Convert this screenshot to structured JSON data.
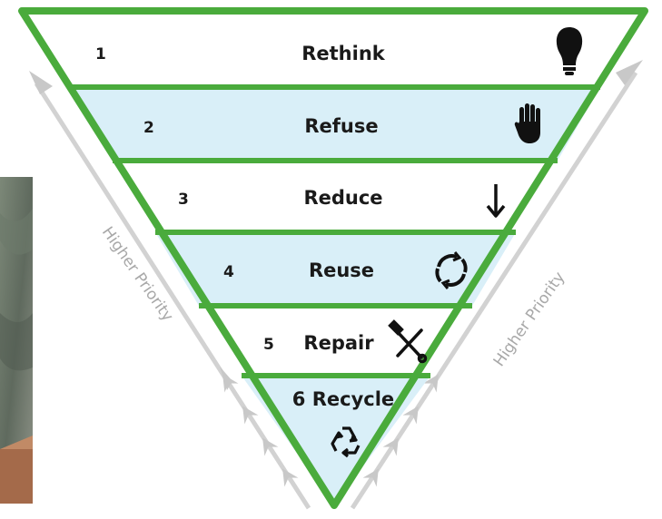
{
  "pyramid": {
    "levels": [
      {
        "number": "1",
        "label": "Rethink",
        "icon": "lightbulb-icon",
        "fill": "#ffffff"
      },
      {
        "number": "2",
        "label": "Refuse",
        "icon": "hand-stop-icon",
        "fill": "#d9eff8"
      },
      {
        "number": "3",
        "label": "Reduce",
        "icon": "arrow-down-icon",
        "fill": "#ffffff"
      },
      {
        "number": "4",
        "label": "Reuse",
        "icon": "cycle-arrows-icon",
        "fill": "#d9eff8"
      },
      {
        "number": "5",
        "label": "Repair",
        "icon": "hammer-wrench-icon",
        "fill": "#ffffff"
      },
      {
        "number": "6",
        "label": "Recycle",
        "icon": "recycle-icon",
        "fill": "#d9eff8"
      }
    ],
    "border_color": "#4aab3c",
    "side_arrow_color": "#c8c8c8"
  },
  "side_labels": {
    "left": "Higher Priority",
    "right": "Higher Priority"
  }
}
